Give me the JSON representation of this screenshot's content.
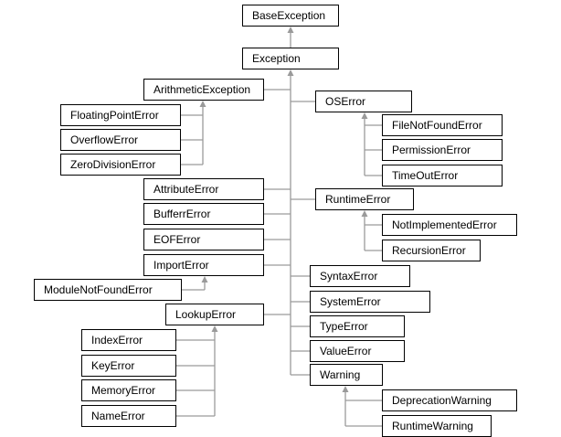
{
  "hierarchy": {
    "name": "BaseException",
    "children": [
      {
        "name": "Exception",
        "children": [
          {
            "name": "ArithmeticException",
            "children": [
              {
                "name": "FloatingPointError"
              },
              {
                "name": "OverflowError"
              },
              {
                "name": "ZeroDivisionError"
              }
            ]
          },
          {
            "name": "AttributeError"
          },
          {
            "name": "BufferrError"
          },
          {
            "name": "EOFError"
          },
          {
            "name": "ImportError",
            "children": [
              {
                "name": "ModuleNotFoundError"
              }
            ]
          },
          {
            "name": "LookupError",
            "children": [
              {
                "name": "IndexError"
              },
              {
                "name": "KeyError"
              },
              {
                "name": "MemoryError"
              },
              {
                "name": "NameError"
              }
            ]
          },
          {
            "name": "OSError",
            "children": [
              {
                "name": "FileNotFoundError"
              },
              {
                "name": "PermissionError"
              },
              {
                "name": "TimeOutError"
              }
            ]
          },
          {
            "name": "RuntimeError",
            "children": [
              {
                "name": "NotImplementedError"
              },
              {
                "name": "RecursionError"
              }
            ]
          },
          {
            "name": "SyntaxError"
          },
          {
            "name": "SystemError"
          },
          {
            "name": "TypeError"
          },
          {
            "name": "ValueError"
          },
          {
            "name": "Warning",
            "children": [
              {
                "name": "DeprecationWarning"
              },
              {
                "name": "RuntimeWarning"
              }
            ]
          }
        ]
      }
    ]
  }
}
